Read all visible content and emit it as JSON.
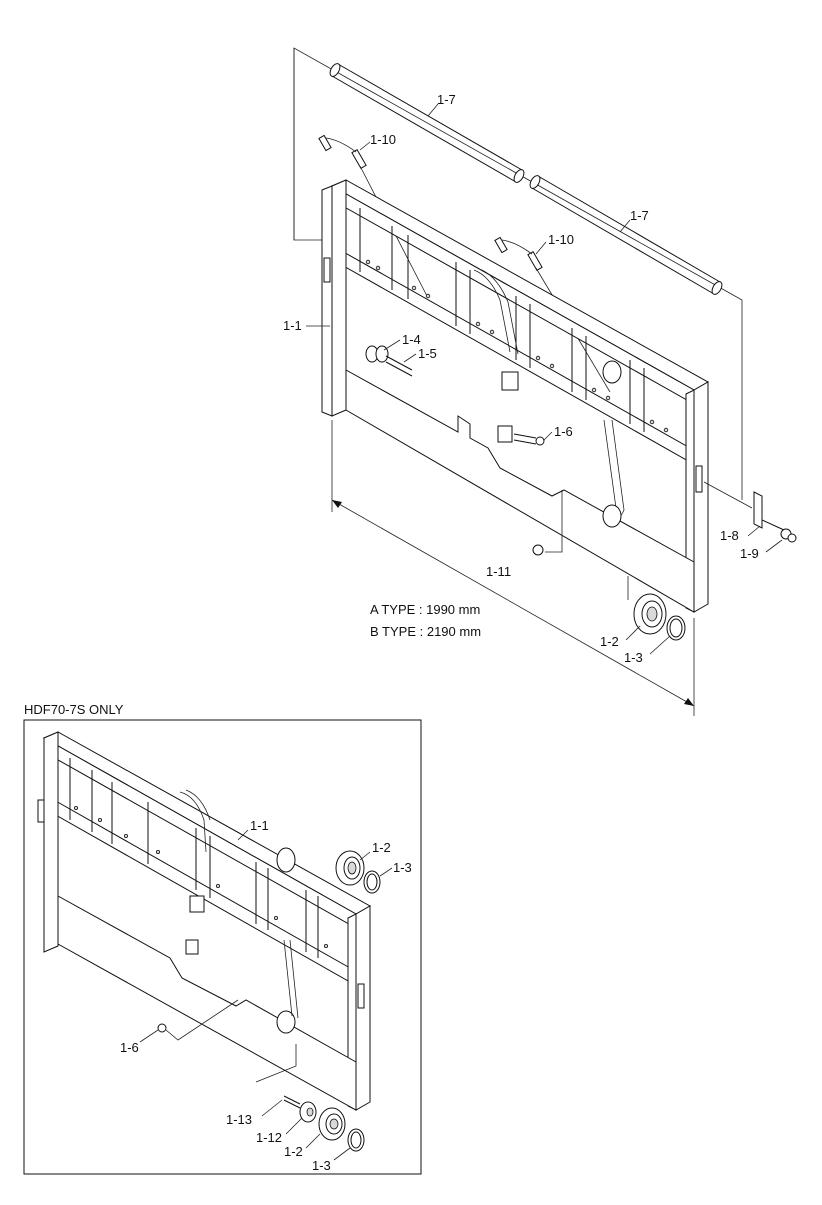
{
  "dimensions": {
    "type_a": "A TYPE : 1990 mm",
    "type_b": "B TYPE : 2190 mm"
  },
  "inset": {
    "title": "HDF70-7S ONLY"
  },
  "main_labels": {
    "l_1_7a": "1-7",
    "l_1_7b": "1-7",
    "l_1_10a": "1-10",
    "l_1_10b": "1-10",
    "l_1_1": "1-1",
    "l_1_4": "1-4",
    "l_1_5": "1-5",
    "l_1_6": "1-6",
    "l_1_8": "1-8",
    "l_1_9": "1-9",
    "l_1_11": "1-11",
    "l_1_2": "1-2",
    "l_1_3": "1-3"
  },
  "inset_labels": {
    "l_1_1": "1-1",
    "l_1_2a": "1-2",
    "l_1_3a": "1-3",
    "l_1_6": "1-6",
    "l_1_13": "1-13",
    "l_1_12": "1-12",
    "l_1_2b": "1-2",
    "l_1_3b": "1-3"
  }
}
